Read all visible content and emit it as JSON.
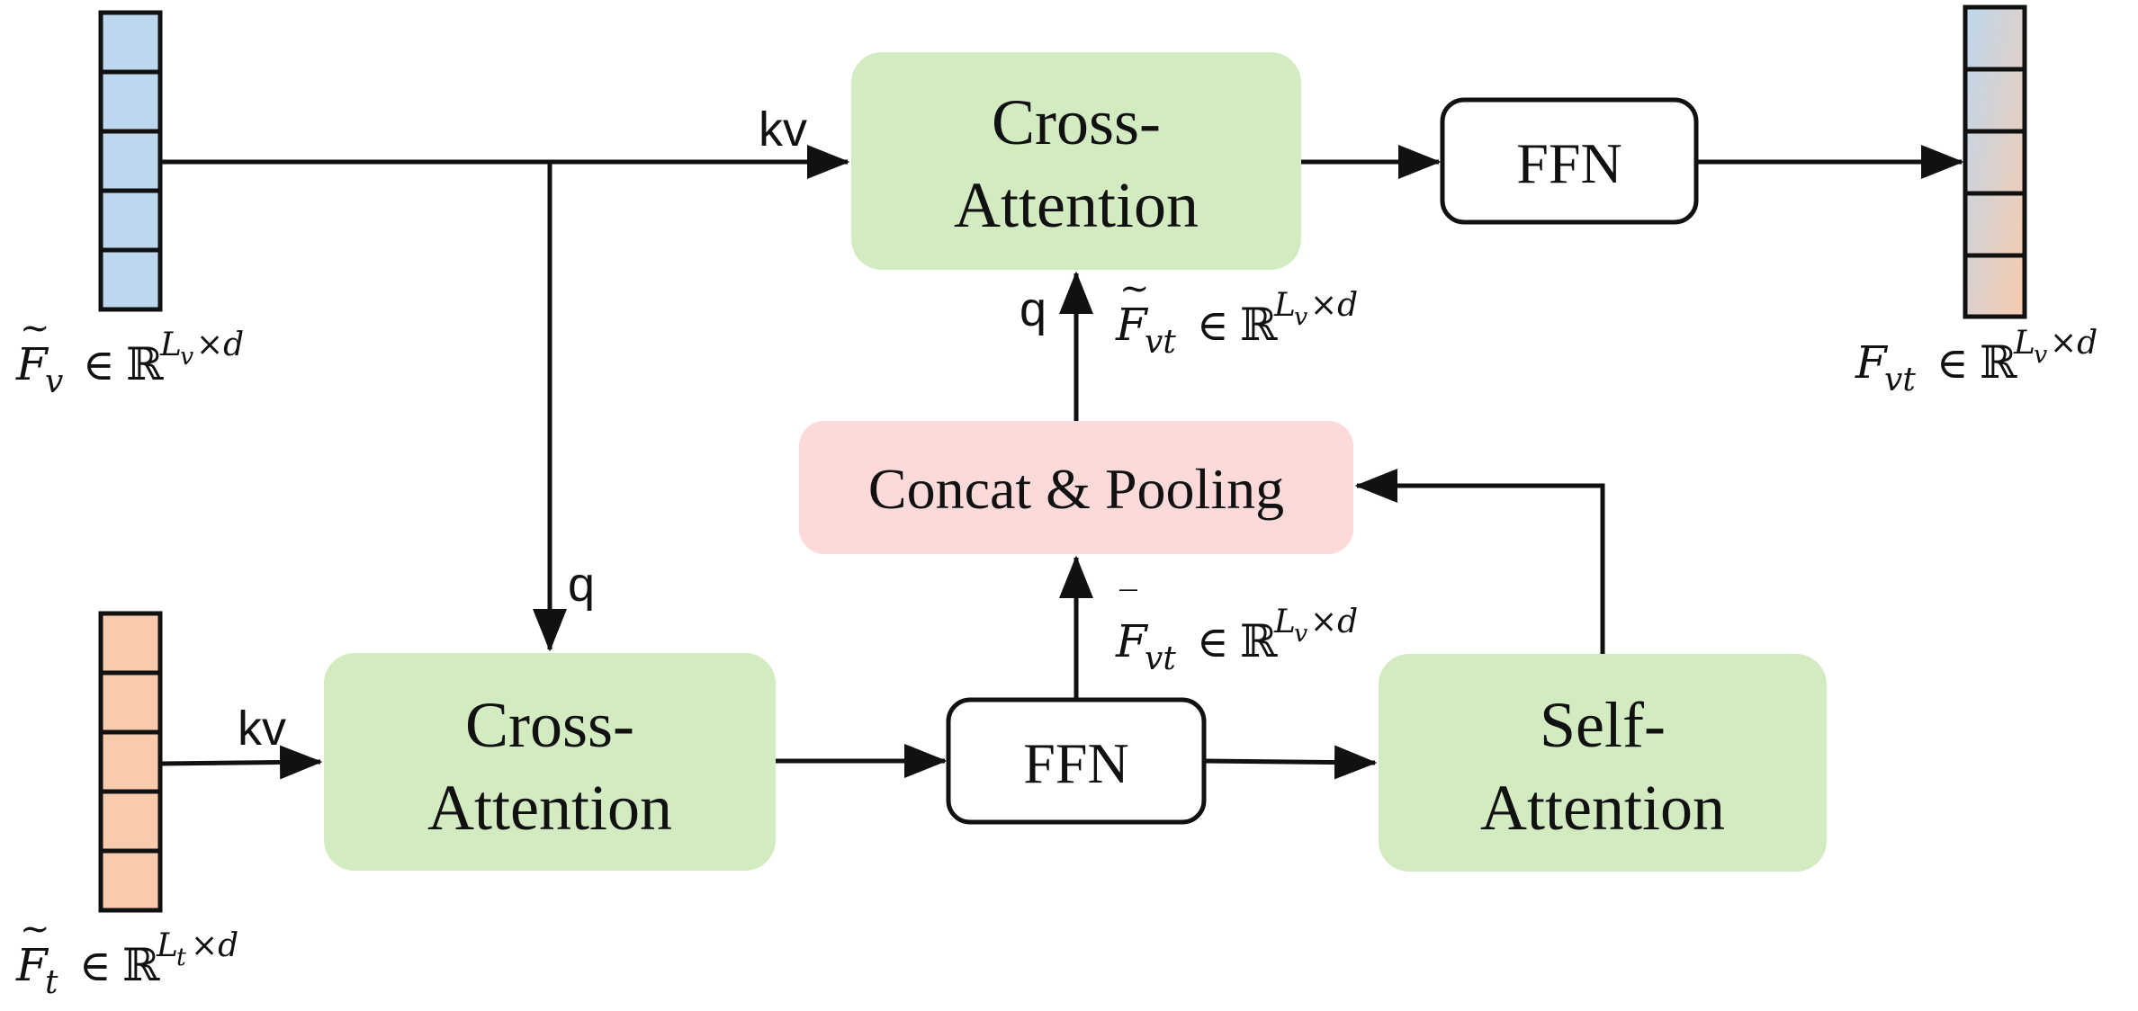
{
  "colors": {
    "visual_token": "#bdd7ee",
    "text_token": "#f8cbad",
    "attention_box": "#d3ebc1",
    "concat_box": "#fcdada",
    "ffn_box": "#ffffff",
    "stroke": "#111111"
  },
  "boxes": {
    "top_cross_attention": [
      "Cross-",
      "Attention"
    ],
    "top_ffn": "FFN",
    "concat_pooling": "Concat & Pooling",
    "bottom_cross_attention": [
      "Cross-",
      "Attention"
    ],
    "bottom_ffn": "FFN",
    "self_attention": [
      "Self-",
      "Attention"
    ]
  },
  "edge_labels": {
    "kv_top": "kv",
    "q_top": "q",
    "q_down": "q",
    "kv_bottom": "kv"
  },
  "math_labels": {
    "f_v": {
      "base": "F",
      "accent": "~",
      "sub": "v",
      "set": "ℝ",
      "exp_base": "L",
      "exp_sub": "v",
      "exp_tail": "×d"
    },
    "f_t": {
      "base": "F",
      "accent": "~",
      "sub": "t",
      "set": "ℝ",
      "exp_base": "L",
      "exp_sub": "t",
      "exp_tail": "×d"
    },
    "f_vt_tilde": {
      "base": "F",
      "accent": "~",
      "sub": "vt",
      "set": "ℝ",
      "exp_base": "L",
      "exp_sub": "v",
      "exp_tail": "×d"
    },
    "f_vt_bar": {
      "base": "F",
      "accent": "‾",
      "sub": "vt",
      "set": "ℝ",
      "exp_base": "L",
      "exp_sub": "v",
      "exp_tail": "×d"
    },
    "f_vt_out": {
      "base": "F",
      "accent": "",
      "sub": "vt",
      "set": "ℝ",
      "exp_base": "L",
      "exp_sub": "v",
      "exp_tail": "×d"
    }
  },
  "symbols": {
    "element_of": "∈"
  }
}
